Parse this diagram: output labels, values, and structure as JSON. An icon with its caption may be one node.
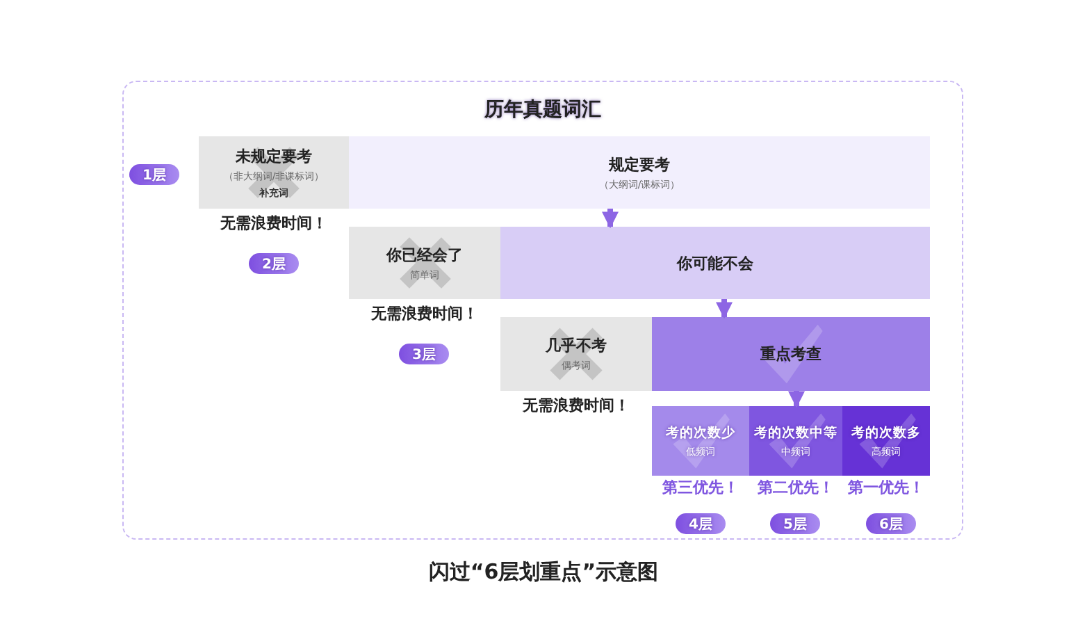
{
  "diagram": {
    "caption": "闪过“6层划重点”示意图",
    "nodes": [
      {
        "text": [
          "历年真题词汇"
        ]
      },
      {
        "text": [
          "未规定要考",
          "（非大纲词/非课标词）",
          "补充词"
        ],
        "in": 0,
        "beside": [
          "无需浪费时间！"
        ]
      },
      {
        "text": [
          "规定要考",
          "（大纲词/课标词）"
        ],
        "in": 0
      },
      {
        "text": [
          "你已经会了",
          "简单词"
        ],
        "in": 0,
        "beside": [
          "无需浪费时间！"
        ]
      },
      {
        "text": [
          "你可能不会"
        ],
        "in": 0
      },
      {
        "text": [
          "几乎不考",
          "偶考词"
        ],
        "in": 0,
        "beside": [
          "无需浪费时间！"
        ]
      },
      {
        "text": [
          "重点考查"
        ],
        "in": 0
      },
      {
        "text": [
          "考的次数少",
          "低频词"
        ],
        "in": 0,
        "beside": [
          "第三优先！"
        ]
      },
      {
        "text": [
          "考的次数中等",
          "中频词"
        ],
        "in": 0,
        "beside": [
          "第二优先！"
        ]
      },
      {
        "text": [
          "考的次数多",
          "高频词"
        ],
        "in": 0,
        "beside": [
          "第一优先！"
        ]
      },
      {
        "text": [
          "1层"
        ],
        "in": 0
      },
      {
        "text": [
          "2层"
        ],
        "in": 0
      },
      {
        "text": [
          "3层"
        ],
        "in": 0
      },
      {
        "text": [
          "4层"
        ],
        "in": 0
      },
      {
        "text": [
          "5层"
        ],
        "in": 0
      },
      {
        "text": [
          "6层"
        ],
        "in": 0
      }
    ],
    "edges": [
      {
        "from": 2,
        "to": 4,
        "arrow": "to"
      },
      {
        "from": 4,
        "to": 6,
        "arrow": "to"
      },
      {
        "from": 6,
        "to": 8,
        "arrow": "to"
      }
    ]
  }
}
